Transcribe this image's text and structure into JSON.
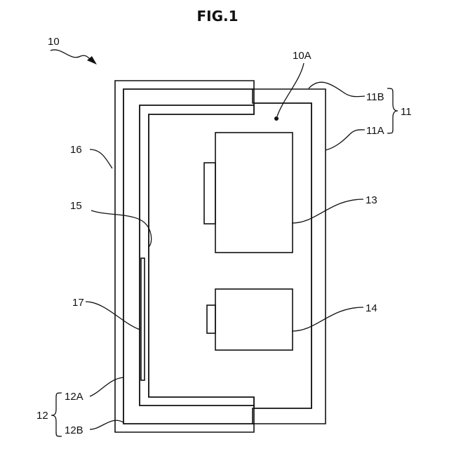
{
  "figure": {
    "title": "FIG.1"
  },
  "labels": {
    "device": "10",
    "interior": "10A",
    "housing_outer": "11B",
    "housing_group": "11",
    "housing_inner": "11A",
    "cover": "16",
    "inner_sheet": "15",
    "component_upper": "13",
    "component_lower": "14",
    "strip": "17",
    "wall_inner": "12A",
    "wall_group": "12",
    "wall_outer": "12B"
  },
  "colors": {
    "line": "#111111",
    "hatch": "#111111",
    "dotted_fill": "#e4e4e4",
    "background": "#ffffff"
  }
}
